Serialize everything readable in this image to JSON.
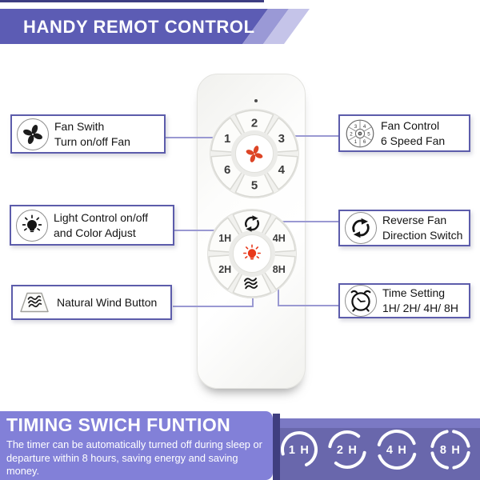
{
  "banner": {
    "title": "HANDY REMOT CONTROL"
  },
  "remote": {
    "top_cluster": {
      "center_icon": "fan-icon",
      "numbers": [
        "1",
        "2",
        "3",
        "4",
        "5",
        "6"
      ]
    },
    "bottom_cluster": {
      "center_icon": "light-bulb-icon",
      "top_icon": "reverse-arrows-icon",
      "bottom_icon": "wind-waves-icon",
      "labels": {
        "tl": "1H",
        "tr": "4H",
        "bl": "2H",
        "br": "8H"
      }
    }
  },
  "callouts": {
    "left": [
      {
        "icon": "fan-icon",
        "lines": [
          "Fan Swith",
          "Turn on/off Fan"
        ]
      },
      {
        "icon": "light-bulb-icon",
        "lines": [
          "Light Control on/off",
          "and Color Adjust"
        ]
      },
      {
        "icon": "wind-button-icon",
        "lines": [
          "Natural Wind Button"
        ]
      }
    ],
    "right": [
      {
        "icon": "speed-dial-icon",
        "lines": [
          "Fan Control",
          "6 Speed Fan"
        ],
        "dial": [
          "1",
          "2",
          "3",
          "4",
          "5",
          "6"
        ]
      },
      {
        "icon": "reverse-arrows-icon",
        "lines": [
          "Reverse Fan",
          "Direction Switch"
        ]
      },
      {
        "icon": "alarm-clock-icon",
        "lines": [
          "Time Setting",
          "1H/ 2H/ 4H/ 8H"
        ]
      }
    ]
  },
  "footer": {
    "title": "TIMING SWICH FUNTION",
    "body": "The timer can be automatically turned off during sleep or departure within 8 hours, saving energy and saving money.",
    "timers": [
      "1 H",
      "2 H",
      "4 H",
      "8 H"
    ]
  },
  "colors": {
    "banner_purple": "#5c5cb4",
    "stripe_medium": "#9a99d6",
    "stripe_light": "#c5c4e9",
    "top_rule_dark": "#3d3d82",
    "callout_border": "#5c5cab",
    "connector_line": "#9a99d2",
    "footer_box": "#8280d8",
    "footer_panel": "#6967ac",
    "footer_shadow": "#3f3e7f",
    "accent_red": "#e8391b"
  }
}
